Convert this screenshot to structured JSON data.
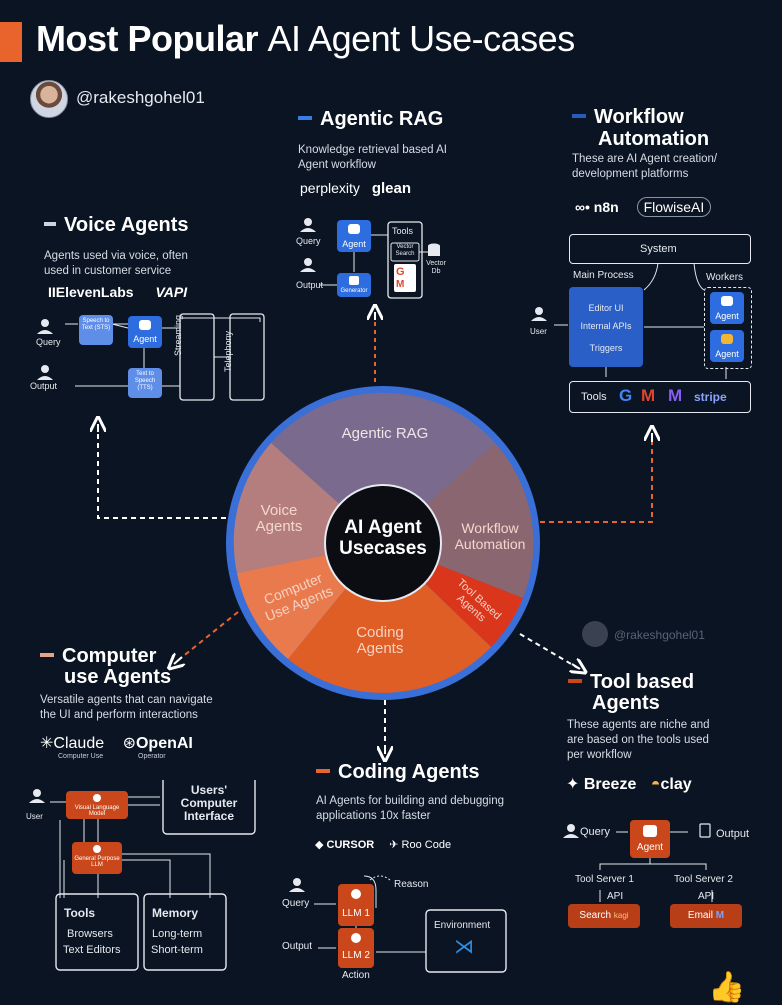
{
  "header": {
    "title_bold": "Most Popular",
    "title_light": "AI Agent Use-cases",
    "handle": "@rakeshgohel01",
    "watermark": "@rakeshgohel01"
  },
  "center": {
    "title_line1": "AI Agent",
    "title_line2": "Usecases",
    "segments": {
      "agentic_rag": "Agentic RAG",
      "voice_line1": "Voice",
      "voice_line2": "Agents",
      "workflow_line1": "Workflow",
      "workflow_line2": "Automation",
      "computer_line1": "Computer",
      "computer_line2": "Use Agents",
      "coding_line1": "Coding",
      "coding_line2": "Agents",
      "tool_line1": "Tool Based",
      "tool_line2": "Agents"
    }
  },
  "voice": {
    "title": "Voice Agents",
    "desc_line1": "Agents used via voice, often",
    "desc_line2": "used in customer service",
    "logo1": "IIElevenLabs",
    "logo2": "VAPI",
    "query": "Query",
    "output": "Output",
    "stt": "Speech to Text (STS)",
    "agent": "Agent",
    "tts": "Text to Speech (TTS)",
    "streaming": "Streaming",
    "telephony": "Telephony"
  },
  "rag": {
    "title": "Agentic RAG",
    "desc_line1": "Knowledge retrieval based AI",
    "desc_line2": "Agent workflow",
    "logo1": "perplexity",
    "logo2": "glean",
    "query": "Query",
    "output": "Output",
    "agent": "Agent",
    "generator": "Generator",
    "tools": "Tools",
    "vector_search": "Vector Search",
    "vector_db": "Vector Db"
  },
  "workflow": {
    "title_line1": "Workflow",
    "title_line2": "Automation",
    "desc_line1": "These are AI Agent creation/",
    "desc_line2": "development platforms",
    "logo1": "n8n",
    "logo2": "FlowiseAI",
    "system": "System",
    "main_process": "Main Process",
    "workers": "Workers",
    "user": "User",
    "items": [
      "Editor UI",
      "Internal APIs",
      "Triggers"
    ],
    "worker_agent": "Agent",
    "tools": "Tools",
    "stripe": "stripe"
  },
  "computer": {
    "title_line1": "Computer",
    "title_line2": "use Agents",
    "desc_line1": "Versatile agents that can navigate",
    "desc_line2": "the UI and perform interactions",
    "logo1": "Claude",
    "logo1_sub": "Computer Use",
    "logo2": "OpenAI",
    "logo2_sub": "Operator",
    "user": "User",
    "vlm": "Visual Language Model",
    "gp_llm": "General Purpose LLM",
    "uci_line1": "Users'",
    "uci_line2": "Computer",
    "uci_line3": "Interface",
    "tools": "Tools",
    "browsers": "Browsers",
    "text_editors": "Text Editors",
    "memory": "Memory",
    "long_term": "Long-term",
    "short_term": "Short-term"
  },
  "coding": {
    "title": "Coding Agents",
    "desc_line1": "AI Agents for building and debugging",
    "desc_line2": "applications 10x faster",
    "logo1": "CURSOR",
    "logo2": "Roo Code",
    "query": "Query",
    "output": "Output",
    "reason": "Reason",
    "llm1": "LLM 1",
    "llm2": "LLM 2",
    "action": "Action",
    "environment": "Environment"
  },
  "tool": {
    "title_line1": "Tool based",
    "title_line2": "Agents",
    "desc_line1": "These agents are niche and",
    "desc_line2": "are based on the tools used",
    "desc_line3": "per workflow",
    "logo1": "Breeze",
    "logo2": "clay",
    "query": "Query",
    "agent": "Agent",
    "output": "Output",
    "server1": "Tool Server 1",
    "server2": "Tool Server 2",
    "api": "API",
    "search": "Search",
    "search_logo": "kagi",
    "email": "Email"
  },
  "colors": {
    "accent_orange": "#e8642c",
    "accent_blue": "#2d6de0",
    "background": "#0b1422"
  }
}
